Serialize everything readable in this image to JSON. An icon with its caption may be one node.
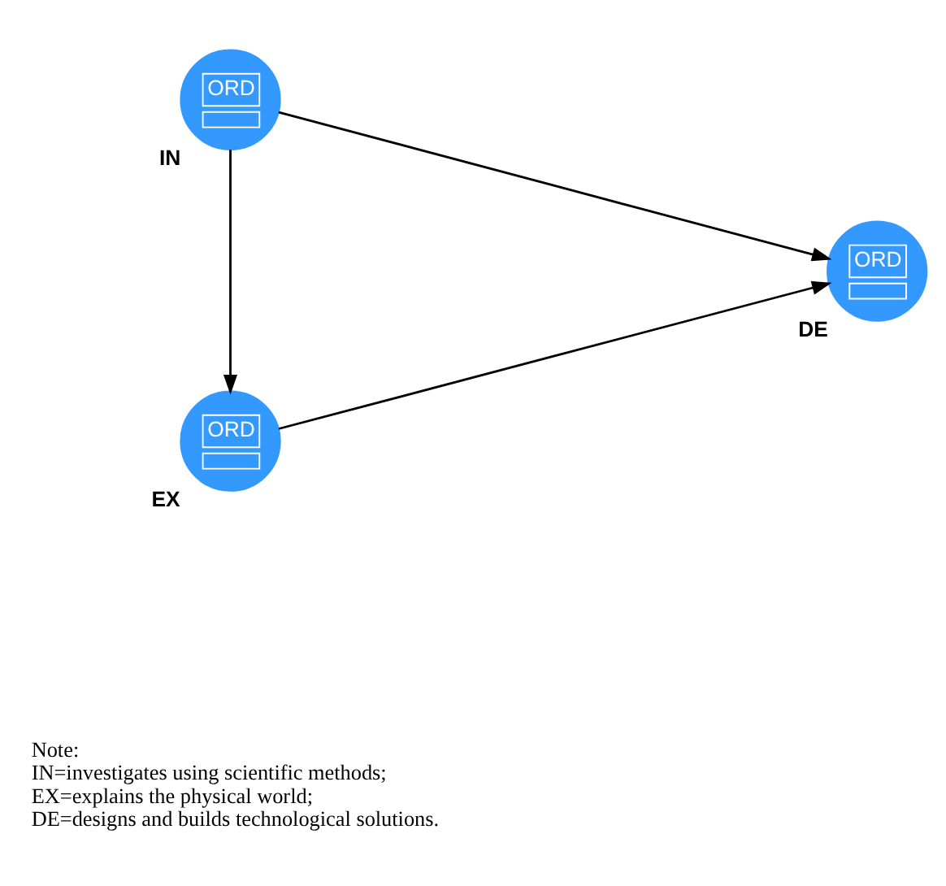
{
  "diagram": {
    "nodes": [
      {
        "text": [
          "ORD"
        ],
        "beside": [
          "IN"
        ]
      },
      {
        "text": [
          "ORD"
        ],
        "beside": [
          "DE"
        ]
      },
      {
        "text": [
          "ORD"
        ],
        "beside": [
          "EX"
        ]
      }
    ],
    "edges": [
      {
        "from": 0,
        "to": 1,
        "arrow": "to"
      },
      {
        "from": 0,
        "to": 2,
        "arrow": "to"
      },
      {
        "from": 2,
        "to": 1,
        "arrow": "to"
      }
    ],
    "labels": [
      "Note:",
      "IN=investigates using scientific methods;",
      "EX=explains the physical world;",
      "DE=designs and builds technological solutions."
    ]
  }
}
